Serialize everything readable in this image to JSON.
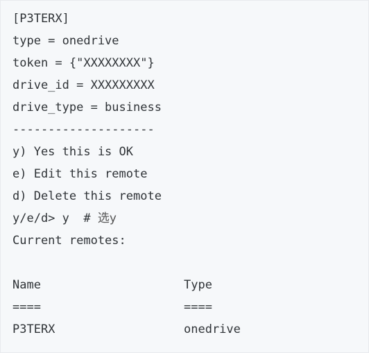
{
  "terminal": {
    "lines": [
      "[P3TERX]",
      "type = onedrive",
      "token = {\"XXXXXXXX\"}",
      "drive_id = XXXXXXXXX",
      "drive_type = business",
      "--------------------",
      "y) Yes this is OK",
      "e) Edit this remote",
      "d) Delete this remote"
    ],
    "prompt": {
      "text": "y/e/d> y  # ",
      "comment": "选y"
    },
    "current_remotes": "Current remotes:",
    "table": {
      "headers": [
        "Name",
        "Type"
      ],
      "separator": [
        "====",
        "===="
      ],
      "rows": [
        [
          "P3TERX",
          "onedrive"
        ]
      ]
    }
  },
  "colors": {
    "background": "#f6f8fa",
    "text": "#2f3337"
  }
}
